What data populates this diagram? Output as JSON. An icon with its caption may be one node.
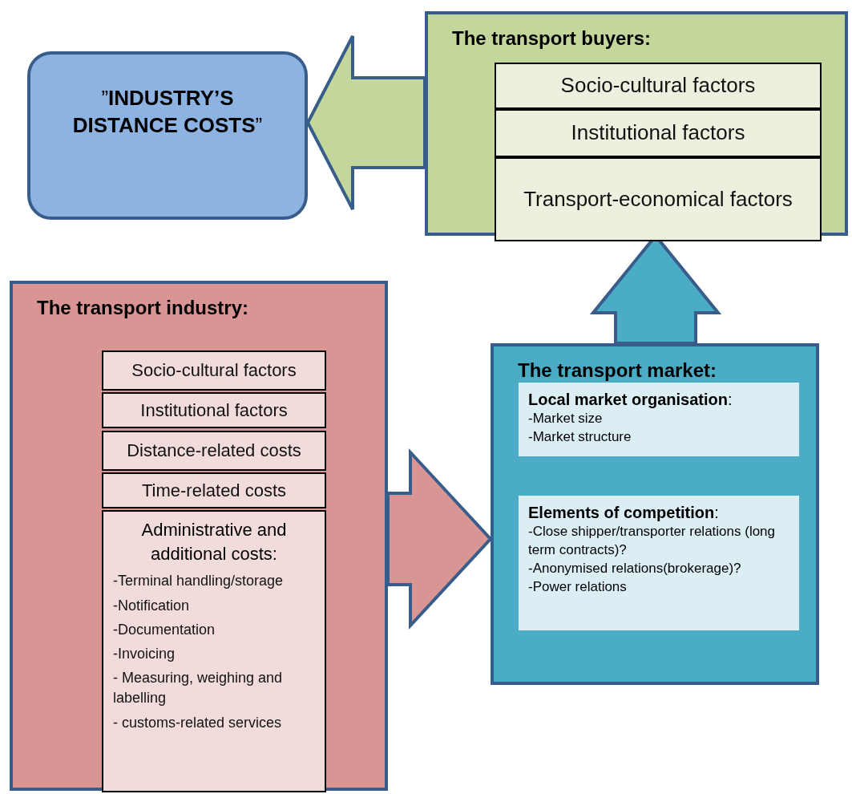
{
  "diagram": {
    "nodes": [
      {
        "text": [
          "”**INDUSTRY’S DISTANCE COSTS**”"
        ]
      },
      {
        "text": [
          "The transport buyers:"
        ]
      },
      {
        "text": [
          "Socio-cultural factors"
        ],
        "in": 1
      },
      {
        "text": [
          "Institutional factors"
        ],
        "in": 1
      },
      {
        "text": [
          "Transport-economical factors"
        ],
        "in": 1
      },
      {
        "text": [
          "The transport industry:"
        ]
      },
      {
        "text": [
          "Socio-cultural factors"
        ],
        "in": 5
      },
      {
        "text": [
          "Institutional factors"
        ],
        "in": 5
      },
      {
        "text": [
          "Distance-related costs"
        ],
        "in": 5
      },
      {
        "text": [
          "Time-related costs"
        ],
        "in": 5
      },
      {
        "text": [
          "Administrative and additional costs:",
          "-Terminal handling/storage",
          "-Notification",
          "-Documentation",
          "-Invoicing",
          "- Measuring, weighing and labelling",
          "- customs-related services"
        ],
        "in": 5
      },
      {
        "text": [
          "The transport market:"
        ]
      },
      {
        "text": [
          "**Local market organisation**:",
          "-Market size",
          "-Market structure"
        ],
        "in": 11
      },
      {
        "text": [
          "**Elements of competition**:",
          "-Close shipper/transporter relations (long term contracts)?",
          "-Anonymised relations(brokerage)?",
          "-Power relations"
        ],
        "in": 11
      }
    ],
    "edges": [
      {
        "from": 1,
        "to": 0,
        "arrow": "to",
        "style": "thick",
        "color": "#c3d69b"
      },
      {
        "from": 5,
        "to": 11,
        "arrow": "to",
        "style": "thick",
        "color": "#d99594"
      },
      {
        "from": 11,
        "to": 1,
        "arrow": "to",
        "style": "thick",
        "color": "#4bacc6"
      }
    ]
  }
}
